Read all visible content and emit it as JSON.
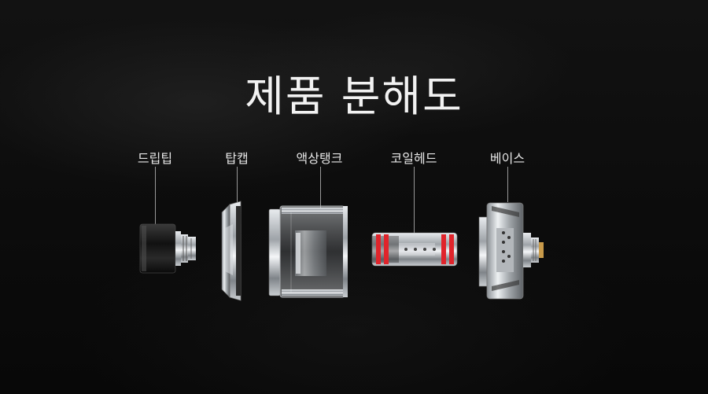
{
  "title": "제품 분해도",
  "parts": [
    {
      "label": "드립팁"
    },
    {
      "label": "탑캡"
    },
    {
      "label": "액상탱크"
    },
    {
      "label": "코일헤드"
    },
    {
      "label": "베이스"
    }
  ],
  "colors": {
    "background": "#0b0b0b",
    "text": "#f2f2f2",
    "accent_red": "#e0242b",
    "metal": "#bfc3c7"
  }
}
